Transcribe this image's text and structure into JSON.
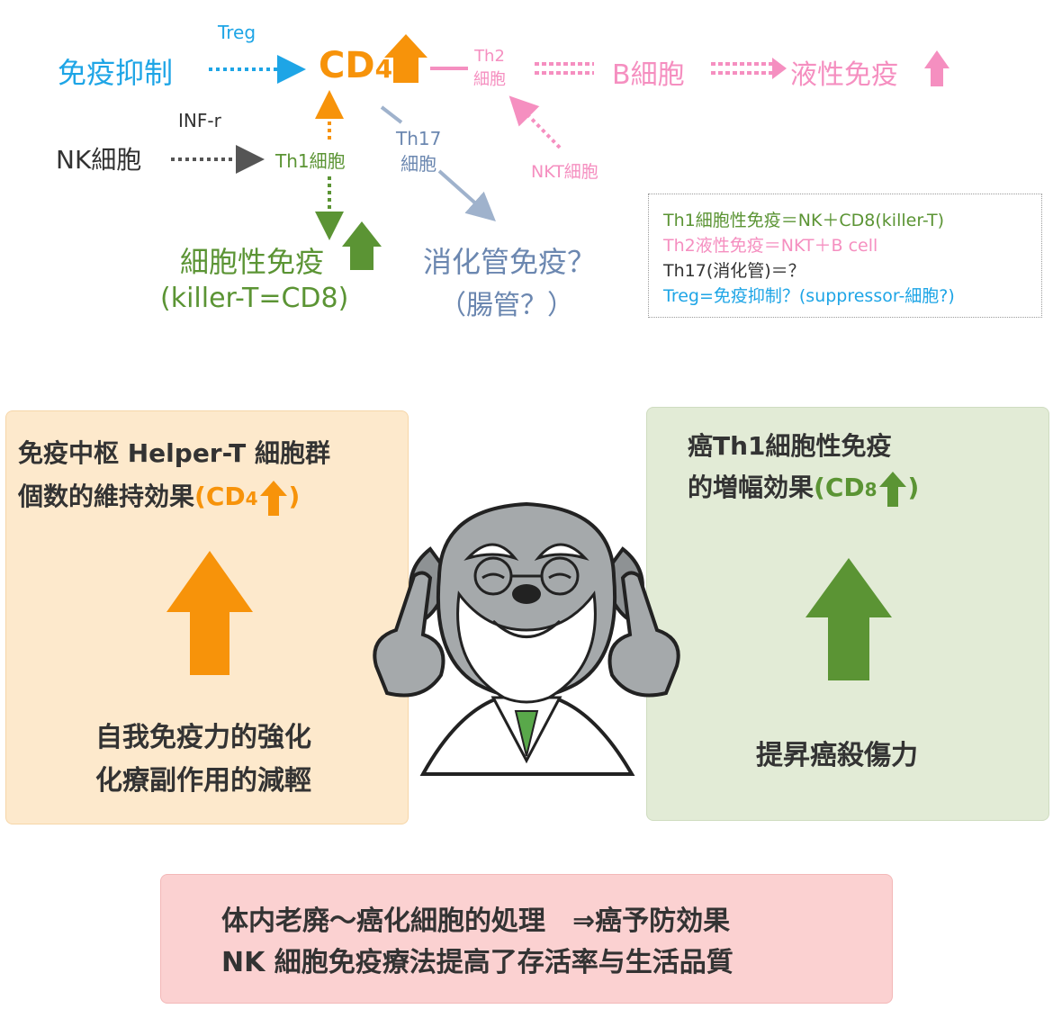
{
  "colors": {
    "blue": "#1ea5e6",
    "orange": "#f7930a",
    "pink": "#f58fc0",
    "green": "#5b9434",
    "slate": "#6b87b0",
    "dark": "#333333",
    "box_left_bg": "#fde9cc",
    "box_right_bg": "#e2ebd6",
    "box_bottom_bg": "#fbd1d1"
  },
  "diagram": {
    "immune_suppression": "免疫抑制",
    "treg": "Treg",
    "cd4_main": "CD",
    "cd4_sub": "4",
    "th2_line1": "Th2",
    "th2_line2": "細胞",
    "b_cell": "B細胞",
    "humoral_immunity": "液性免疫",
    "inf_r": "INF-r",
    "nk_cell": "NK細胞",
    "th1_cell": "Th1細胞",
    "th17_line1": "Th17",
    "th17_line2": "細胞",
    "nkt_cell": "NKT細胞",
    "cellular_immunity": "細胞性免疫",
    "killer_t": "(killer-T=CD8)",
    "digestive_immunity": "消化管免疫？",
    "intestine": "（腸管？）"
  },
  "legend": {
    "line1": "Th1細胞性免疫＝NK＋CD8(killer-T)",
    "line2": "Th2液性免疫＝NKT＋B cell",
    "line3": "Th17(消化管)＝？",
    "line4": "Treg=免疫抑制？(suppressor-細胞?)"
  },
  "left_box": {
    "title_line1": "免疫中枢 Helper-T 細胞群",
    "title_line2_prefix": "個数的維持効果",
    "title_line2_paren_open": "(CD",
    "title_line2_sub": "4",
    "title_line2_paren_close": ")",
    "bottom_line1": "自我免疫力的強化",
    "bottom_line2": "化療副作用的減輕"
  },
  "right_box": {
    "title_line1": "癌Th1細胞性免疫",
    "title_line2_prefix": "的増幅効果",
    "title_line2_paren_open": "(CD",
    "title_line2_sub": "8",
    "title_line2_paren_close": ")",
    "bottom_line1": "提昇癌殺傷力"
  },
  "bottom_box": {
    "line1": "体内老廃～癌化細胞的処理　⇒癌予防効果",
    "line2": "NK 細胞免疫療法提高了存活率与生活品質"
  },
  "mascot": {
    "icon": "dog-doctor-mascot-icon"
  }
}
